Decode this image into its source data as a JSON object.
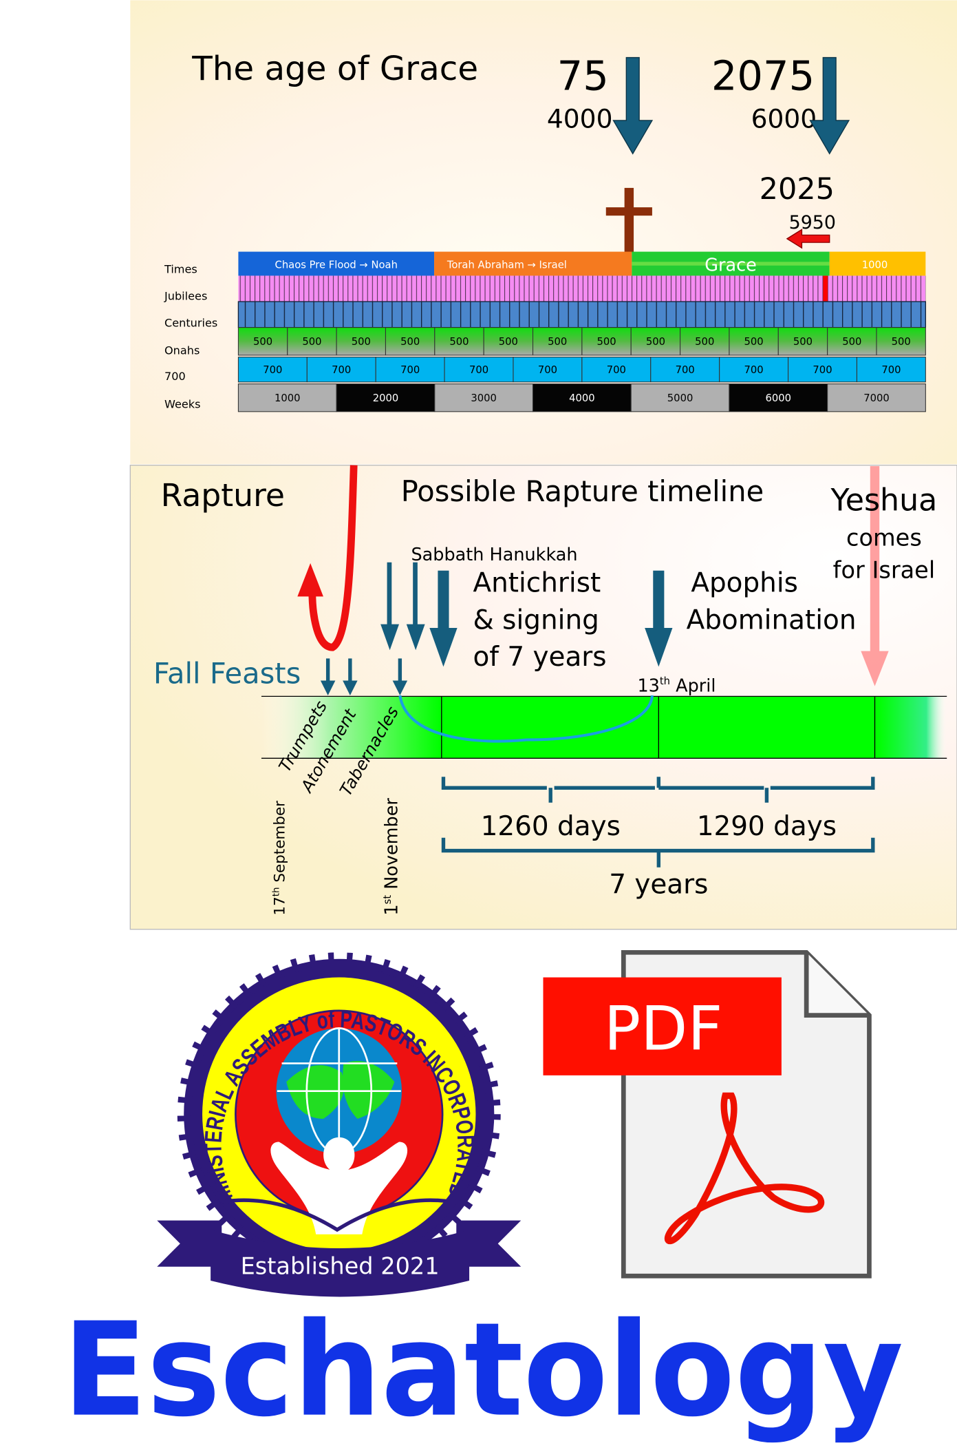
{
  "top": {
    "title": "The age of Grace",
    "marker1": {
      "year": "75",
      "am": "4000"
    },
    "marker2": {
      "year": "2075",
      "am": "6000"
    },
    "current": {
      "year": "2025",
      "am": "5950"
    },
    "row_labels": [
      "Times",
      "Jubilees",
      "Centuries",
      "Onahs",
      "700",
      "Weeks"
    ],
    "times": [
      {
        "label": "Chaos Pre Flood → Noah",
        "color": "#1565d8"
      },
      {
        "label": "Torah Abraham → Israel",
        "color": "#f57a1f"
      },
      {
        "label": "Grace",
        "color": "#22cc33"
      },
      {
        "label": "1000",
        "color": "#ffc000"
      }
    ],
    "onahs": [
      "500",
      "500",
      "500",
      "500",
      "500",
      "500",
      "500",
      "500",
      "500",
      "500",
      "500",
      "500",
      "500",
      "500"
    ],
    "sevens": [
      "700",
      "700",
      "700",
      "700",
      "700",
      "700",
      "700",
      "700",
      "700",
      "700"
    ],
    "weeks": [
      "1000",
      "2000",
      "3000",
      "4000",
      "5000",
      "6000",
      "7000"
    ]
  },
  "bottom": {
    "rapture": "Rapture",
    "title": "Possible Rapture timeline",
    "yeshua": [
      "Yeshua",
      "comes",
      "for Israel"
    ],
    "sabbath": "Sabbath Hanukkah",
    "antichrist": [
      "Antichrist",
      "& signing",
      "of 7 years"
    ],
    "apophis": [
      "Apophis",
      "Abomination"
    ],
    "fall_feasts": "Fall Feasts",
    "april": {
      "day": "13",
      "sup": "th",
      "month": " April"
    },
    "feasts": [
      "Trumpets",
      "Atonement",
      "Tabernacles"
    ],
    "sept": {
      "day": "17",
      "sup": "th",
      "month": " September"
    },
    "nov": {
      "day": "1",
      "sup": "st",
      "month": " November"
    },
    "span1": "1260 days",
    "span2": "1290 days",
    "span_total": "7 years"
  },
  "logo": {
    "ring_text": "MINISTERIAL ASSEMBLY of PASTORS INCORPORATED",
    "established": "Established 2021"
  },
  "pdf": {
    "label": "PDF"
  },
  "footer": {
    "title": "Eschatology"
  },
  "colors": {
    "teal": "#155d7d",
    "red": "#ee1111",
    "blue_title": "#1133e6",
    "purple": "#2e1a7a"
  }
}
